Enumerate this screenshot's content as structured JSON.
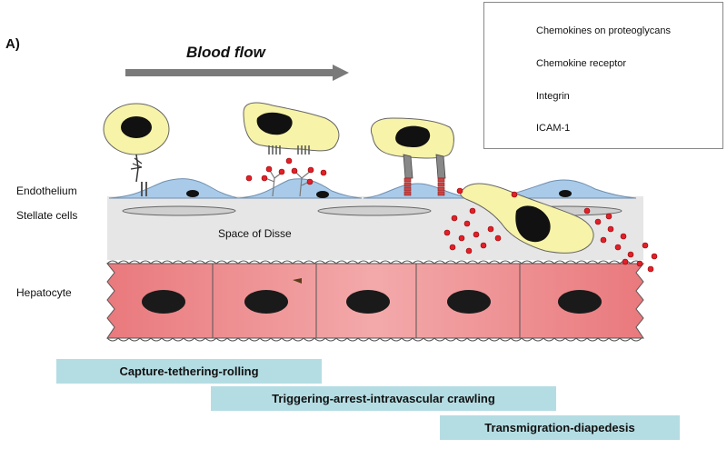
{
  "panel_label": "A)",
  "flow_label": "Blood flow",
  "legend": [
    {
      "label": "Chemokines on proteoglycans",
      "icon": "chemokine-proteoglycan-icon"
    },
    {
      "label": "Chemokine receptor",
      "icon": "chemokine-receptor-icon"
    },
    {
      "label": "Integrin",
      "icon": "integrin-icon"
    },
    {
      "label": "ICAM-1",
      "icon": "icam1-icon"
    }
  ],
  "layers": {
    "endothelium": "Endothelium",
    "stellate": "Stellate cells",
    "disse": "Space of Disse",
    "hepatocyte": "Hepatocyte"
  },
  "stages": [
    "Capture-tethering-rolling",
    "Triggering-arrest-intravascular crawling",
    "Transmigration-diapedesis"
  ],
  "colors": {
    "leukocyte": "#f7f3a8",
    "endothelium": "#a9cbe9",
    "hepatocyte": "#ee8a8c",
    "chemokine": "#e0202a",
    "stage_bar": "#b4dde3",
    "disse": "#e6e6e6"
  }
}
